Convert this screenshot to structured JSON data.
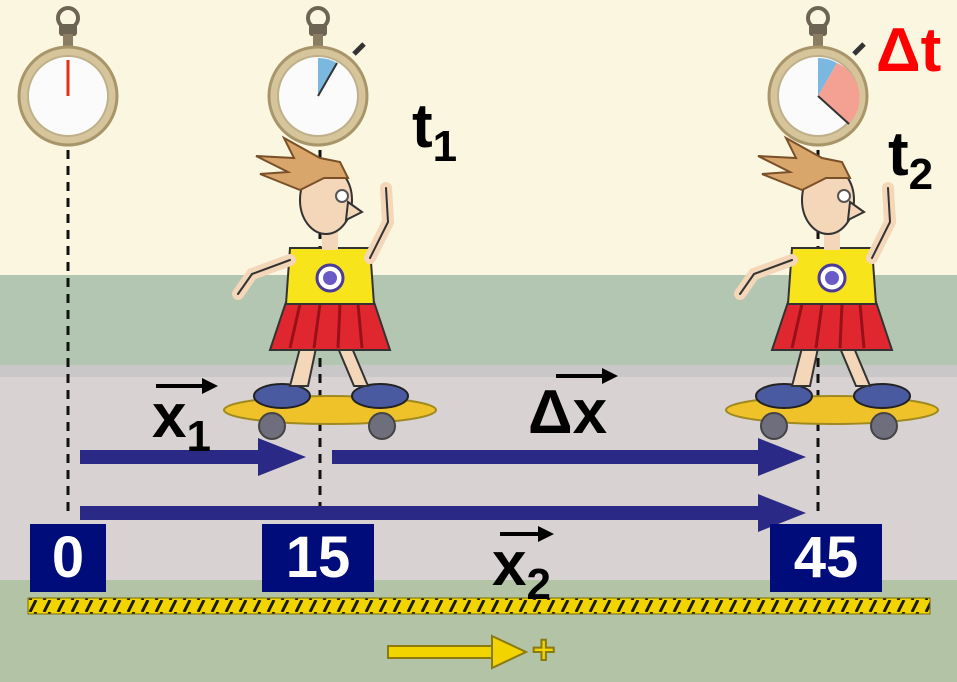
{
  "labels": {
    "t1_symbol": "t",
    "t1_sub": "1",
    "t2_symbol": "t",
    "t2_sub": "2",
    "delta_t": "Δt",
    "x1_symbol": "x",
    "x1_sub": "1",
    "x2_symbol": "x",
    "x2_sub": "2",
    "delta_x": "Δx"
  },
  "positions": [
    "0",
    "15",
    "45"
  ],
  "direction_sign": "+",
  "colors": {
    "sky": "#faf6df",
    "wall": "#b3c6b1",
    "road": "#d8d2d2",
    "vector_arrow": "#2a2a86",
    "position_box": "#000c7a",
    "delta_t_text": "#ff0000",
    "elapsed_wedge": "#f4a092",
    "t1_wedge": "#7ab8e0",
    "hazard_stripe": "#f2d500",
    "direction_arrow": "#f2d500"
  },
  "icons": [
    "stopwatch-icon",
    "skateboarder-figure",
    "vector-arrow",
    "direction-arrow"
  ]
}
